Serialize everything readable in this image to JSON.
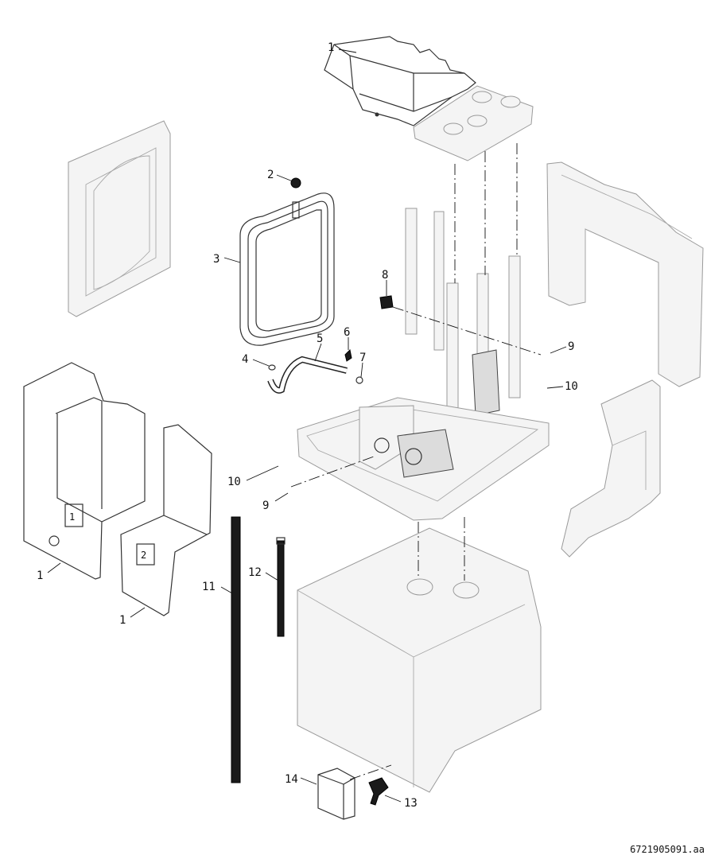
{
  "title": "Exploded view",
  "callouts": {
    "c1_top": "1",
    "c1_left": "1",
    "c1_bottom": "1",
    "c2": "2",
    "c3": "3",
    "c4": "4",
    "c5": "5",
    "c6": "6",
    "c7": "7",
    "c8": "8",
    "c9_right": "9",
    "c9_left": "9",
    "c10_right": "10",
    "c10_left": "10",
    "c11": "11",
    "c12": "12",
    "c13": "13",
    "c14": "14"
  },
  "panel_marks": {
    "panel_a": "1",
    "panel_b": "2"
  },
  "reference_code": "6721905091.aa",
  "colors": {
    "ink": "#111111",
    "light_part": "#a8a8a8",
    "dark_part": "#1a1a1a"
  }
}
